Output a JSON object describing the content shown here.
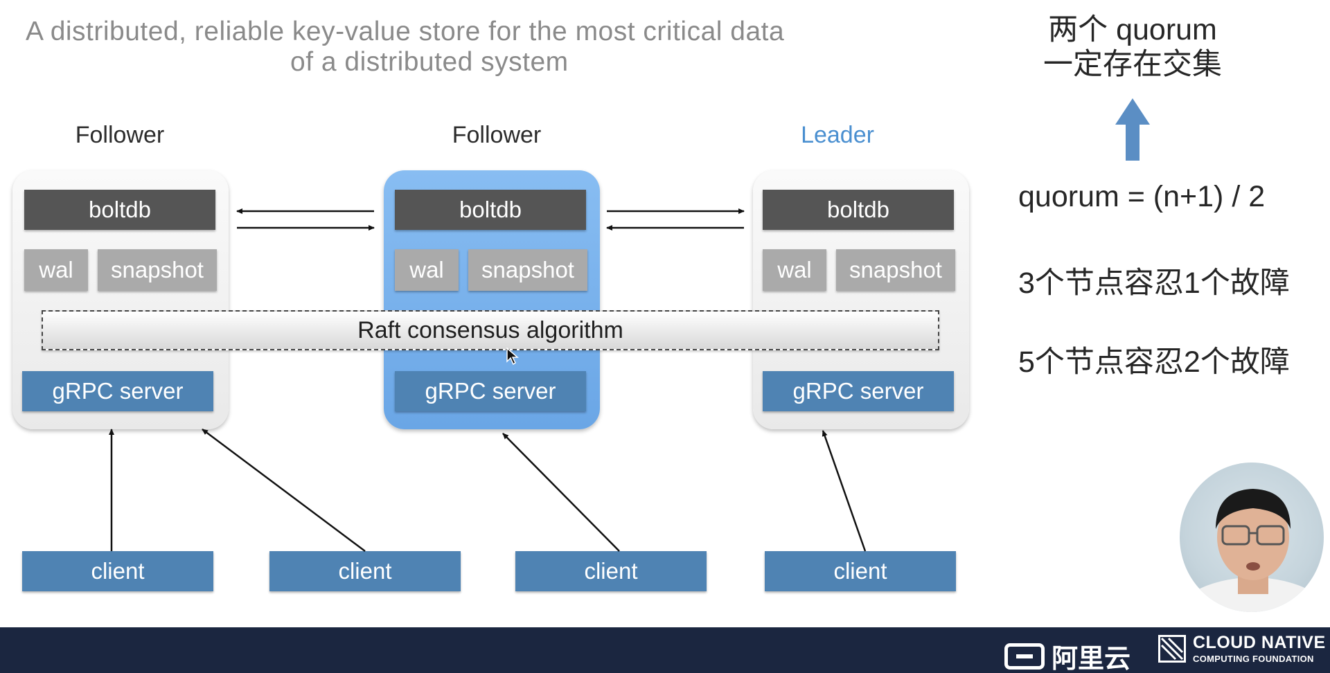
{
  "title": {
    "line1": "A distributed, reliable key-value store for the most critical data",
    "line2": "of a distributed system"
  },
  "nodes": [
    {
      "role": "Follower",
      "boltdb": "boltdb",
      "wal": "wal",
      "snapshot": "snapshot",
      "grpc": "gRPC server"
    },
    {
      "role": "Follower",
      "boltdb": "boltdb",
      "wal": "wal",
      "snapshot": "snapshot",
      "grpc": "gRPC server"
    },
    {
      "role": "Leader",
      "boltdb": "boltdb",
      "wal": "wal",
      "snapshot": "snapshot",
      "grpc": "gRPC server"
    }
  ],
  "raft_label": "Raft consensus algorithm",
  "clients": [
    "client",
    "client",
    "client",
    "client"
  ],
  "notes": {
    "quorum_intersection_line1": "两个 quorum",
    "quorum_intersection_line2": "一定存在交集",
    "quorum_formula": "quorum = (n+1) / 2",
    "three_nodes": "3个节点容忍1个故障",
    "five_nodes": "5个节点容忍2个故障"
  },
  "footer": {
    "aliyun": "阿里云",
    "cncf_line1": "CLOUD NATIVE",
    "cncf_line2": "COMPUTING FOUNDATION"
  },
  "icons": {
    "up_arrow": "up-arrow-icon",
    "cursor": "mouse-cursor-icon",
    "aliyun_logo": "aliyun-logo-icon",
    "cncf_logo": "cncf-logo-icon"
  },
  "colors": {
    "leader_label": "#4a8fd0",
    "active_node": "#6aa6e6",
    "component_blue": "#4f83b3",
    "boltdb_gray": "#555555",
    "storage_gray": "#aaaaaa",
    "footer_bar": "#1b2640",
    "arrow_blue": "#5b8ec4"
  }
}
